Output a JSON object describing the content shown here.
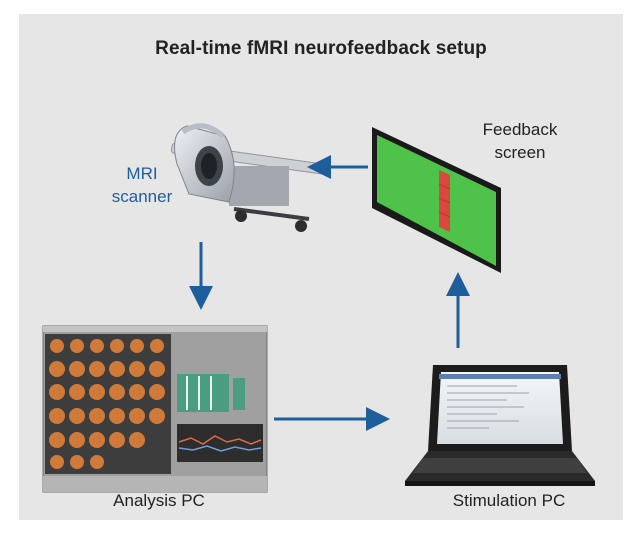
{
  "title": "Real-time fMRI neurofeedback setup",
  "labels": {
    "mri_line1": "MRI",
    "mri_line2": "scanner",
    "feedback_line1": "Feedback",
    "feedback_line2": "screen",
    "analysis_pc": "Analysis PC",
    "stimulation_pc": "Stimulation PC"
  },
  "colors": {
    "background": "#e6e6e6",
    "arrow": "#1f5e9c",
    "mri_label": "#1f5e9c",
    "feedback_screen": "#4fc24a",
    "feedback_bar": "#d9473f"
  }
}
